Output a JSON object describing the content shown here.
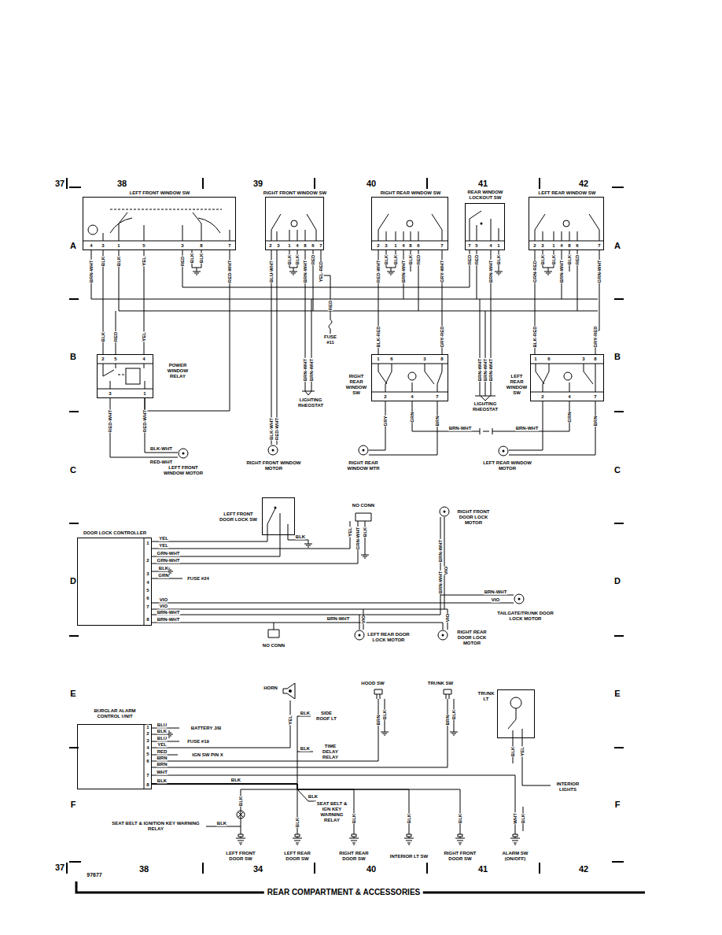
{
  "diagram": {
    "caption": "REAR COMPARTMENT & ACCESSORIES",
    "nodes": [
      {
        "text": [
          "LEFT FRONT WINDOW SW"
        ]
      },
      {
        "text": [
          "RIGHT FRONT WINDOW SW"
        ]
      },
      {
        "text": [
          "RIGHT REAR WINDOW SW"
        ]
      },
      {
        "text": [
          "REAR WINDOW LOCKOUT SW"
        ]
      },
      {
        "text": [
          "LEFT REAR WINDOW SW"
        ]
      },
      {
        "text": [
          "POWER WINDOW RELAY"
        ]
      },
      {
        "text": [
          "LEFT FRONT WINDOW MOTOR"
        ]
      },
      {
        "text": [
          "RIGHT FRONT WINDOW MOTOR"
        ]
      },
      {
        "text": [
          "RIGHT REAR WINDOW SW"
        ]
      },
      {
        "text": [
          "RIGHT REAR WINDOW MTR"
        ]
      },
      {
        "text": [
          "LEFT REAR WINDOW SW"
        ]
      },
      {
        "text": [
          "LEFT REAR WINDOW MOTOR"
        ]
      },
      {
        "text": [
          "DOOR LOCK CONTROLLER"
        ]
      },
      {
        "text": [
          "LEFT FRONT DOOR LOCK SW"
        ]
      },
      {
        "text": [
          "RIGHT FRONT DOOR LOCK MOTOR"
        ]
      },
      {
        "text": [
          "TAILGATE/TRUNK DOOR LOCK MOTOR"
        ]
      },
      {
        "text": [
          "LEFT REAR DOOR LOCK MOTOR"
        ]
      },
      {
        "text": [
          "RIGHT REAR DOOR LOCK MOTOR"
        ]
      },
      {
        "text": [
          "BURGLAR ALARM CONTROL UNIT"
        ]
      },
      {
        "text": [
          "HORN"
        ]
      },
      {
        "text": [
          "HOOD SW"
        ]
      },
      {
        "text": [
          "TRUNK SW"
        ]
      },
      {
        "text": [
          "TRUNK LT"
        ]
      },
      {
        "text": [
          "LEFT FRONT DOOR SW"
        ]
      },
      {
        "text": [
          "LEFT REAR DOOR SW"
        ]
      },
      {
        "text": [
          "RIGHT REAR DOOR SW"
        ]
      },
      {
        "text": [
          "INTERIOR LT SW"
        ]
      },
      {
        "text": [
          "RIGHT FRONT DOOR SW"
        ]
      },
      {
        "text": [
          "ALARM SW (ON/OFF)"
        ]
      }
    ],
    "edges": [
      {
        "from": 0,
        "to": 5,
        "arrow": "none"
      },
      {
        "from": 5,
        "to": 6,
        "arrow": "none"
      },
      {
        "from": 1,
        "to": 7,
        "arrow": "none"
      },
      {
        "from": 2,
        "to": 8,
        "arrow": "none"
      },
      {
        "from": 4,
        "to": 10,
        "arrow": "none"
      },
      {
        "from": 8,
        "to": 9,
        "arrow": "none"
      },
      {
        "from": 10,
        "to": 11,
        "arrow": "none"
      },
      {
        "from": 12,
        "to": 13,
        "arrow": "none"
      },
      {
        "from": 12,
        "to": 14,
        "arrow": "none"
      },
      {
        "from": 12,
        "to": 15,
        "arrow": "none"
      },
      {
        "from": 12,
        "to": 16,
        "arrow": "none"
      },
      {
        "from": 12,
        "to": 17,
        "arrow": "none"
      },
      {
        "from": 18,
        "to": 19,
        "arrow": "none"
      },
      {
        "from": 18,
        "to": 20,
        "arrow": "none"
      },
      {
        "from": 18,
        "to": 21,
        "arrow": "none"
      },
      {
        "from": 18,
        "to": 28,
        "arrow": "none"
      },
      {
        "from": 18,
        "to": 23,
        "arrow": "none"
      },
      {
        "from": 18,
        "to": 24,
        "arrow": "none"
      },
      {
        "from": 18,
        "to": 25,
        "arrow": "none"
      },
      {
        "from": 18,
        "to": 26,
        "arrow": "none"
      },
      {
        "from": 18,
        "to": 27,
        "arrow": "none"
      }
    ],
    "labels": [
      "37",
      "38",
      "39",
      "40",
      "41",
      "42",
      "A",
      "A",
      "B",
      "B",
      "C",
      "C",
      "D",
      "D",
      "E",
      "E",
      "F",
      "F",
      "37",
      "38",
      "34",
      "40",
      "41",
      "42",
      "97677",
      "4",
      "3",
      "1",
      "5",
      "3",
      "8",
      "7",
      "BRN-WHT",
      "BLK",
      "BLK",
      "YEL",
      "RED",
      "BLK",
      "BLK",
      "RED-WHT",
      "2",
      "3",
      "1",
      "4",
      "8",
      "6",
      "7",
      "BLU-WHT",
      "BLK",
      "BLK",
      "BRN-WHT",
      "RED",
      "YEL-RED",
      "2",
      "3",
      "1",
      "4",
      "8",
      "6",
      "7",
      "RED-WHT",
      "BLK",
      "BLK",
      "BRN-WHT",
      "BLK",
      "RED",
      "GRY-WHT",
      "7",
      "5",
      "4",
      "1",
      "RED",
      "RED",
      "BRN-WHT",
      "BLK",
      "2",
      "3",
      "1",
      "4",
      "8",
      "6",
      "7",
      "GRN-RED",
      "BLK",
      "BLK",
      "BRN-WHT",
      "BLK",
      "RED",
      "GRN-WHT",
      "RED",
      "FUSE #11",
      "BRN-WHT",
      "BRN-WHT",
      "LIGHTING RHEOSTAT",
      "BLK",
      "RED",
      "YEL",
      "2",
      "5",
      "4",
      "3",
      "1",
      "RED-WHT",
      "RED-WHT",
      "BLK-WHT",
      "RED-WHT",
      "BLK-WHT",
      "RED-WHT",
      "BLK-RED",
      "GRY-RED",
      "1",
      "6",
      "3",
      "8",
      "2",
      "4",
      "7",
      "GRY",
      "GRN",
      "BRN",
      "BRN-WHT",
      "BRN-WHT",
      "BRN-WHT",
      "BRN-WHT",
      "LIGHTING RHEOSTAT",
      "BLK-RED",
      "GRY-RED",
      "1",
      "6",
      "3",
      "8",
      "2",
      "4",
      "7",
      "GRN",
      "BRN",
      "BRN-WHT",
      "1",
      "2",
      "3",
      "4",
      "5",
      "6",
      "7",
      "8",
      "YEL",
      "YEL",
      "GRN-WHT",
      "GRN-WHT",
      "BLK",
      "GRN",
      "FUSE #24",
      "VIO",
      "VIO",
      "BRN-WHT",
      "BRN-WHT",
      "NO CONN",
      "YEL",
      "GRN-WHT",
      "BLK",
      "BLK",
      "BRN-WHT",
      "VIO",
      "BRN-WHT",
      "VIO",
      "BRN-WHT",
      "VIO",
      "BRN-WHT",
      "VIO",
      "NO CONN",
      "1",
      "2",
      "3",
      "4",
      "5",
      "6",
      "7",
      "8",
      "BLU",
      "BATTERY J/B",
      "BLK",
      "BLU",
      "FUSE #19",
      "YEL",
      "RED",
      "IGN SW PIN X",
      "BRN",
      "BRN",
      "WHT",
      "BLK",
      "YEL",
      "BLK",
      "SIDE ROOF LT",
      "BLK",
      "TIME DELAY RELAY",
      "BRN",
      "BLK",
      "BRN",
      "BLK",
      "BLK",
      "YEL",
      "INTERIOR LIGHTS",
      "BLK",
      "BLK",
      "SEAT BELT & IGN KEY WARNING RELAY",
      "BLK",
      "SEAT BELT & IGNITION KEY WARNING RELAY",
      "BLK",
      "BLK",
      "BLK",
      "BLK",
      "BLK",
      "WHT",
      "BLK"
    ]
  }
}
